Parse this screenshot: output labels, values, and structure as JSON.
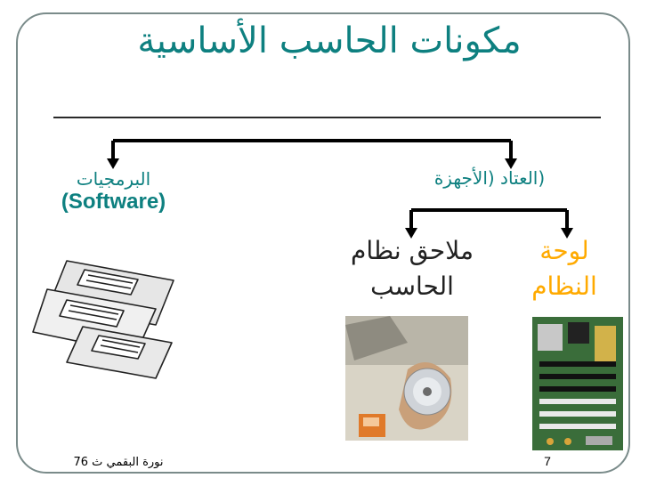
{
  "title": "مكونات الحاسب الأساسية",
  "hardware": {
    "label": "(العتاد (الأجهزة"
  },
  "software": {
    "label": "البرمجيات",
    "label_en": "(Software)"
  },
  "peripherals": {
    "line1": "ملاحق نظام",
    "line2": "الحاسب"
  },
  "system_board": {
    "line1": "لوحة",
    "line2": "النظام"
  },
  "footer": {
    "author": "نورة البقمي ث 76",
    "page": "7"
  },
  "colors": {
    "title": "#0e8080",
    "accent": "#ffaa00",
    "lines": "#000000"
  }
}
